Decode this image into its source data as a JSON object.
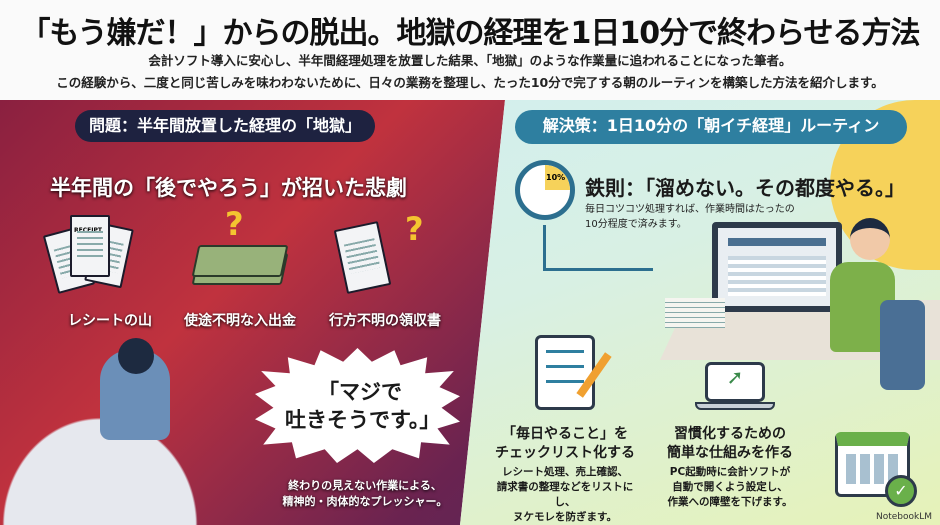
{
  "header": {
    "title": "「もう嫌だ！」からの脱出。地獄の経理を1日10分で終わらせる方法",
    "subtitle_line1": "会計ソフト導入に安心し、半年間経理処理を放置した結果、「地獄」のような作業量に追われることになった筆者。",
    "subtitle_line2": "この経験から、二度と同じ苦しみを味わわないために、日々の業務を整理し、たった10分で完了する朝のルーティンを構築した方法を紹介します。"
  },
  "problem": {
    "pill": "問題：半年間放置した経理の「地獄」",
    "heading": "半年間の「後でやろう」が招いた悲劇",
    "items": [
      {
        "label": "レシートの山",
        "icon": "receipt-pile-icon"
      },
      {
        "label": "使途不明な入出金",
        "icon": "money-question-icon"
      },
      {
        "label": "行方不明の領収書",
        "icon": "fading-receipt-icon"
      }
    ],
    "receipt_text": "RECEIPT",
    "question_mark": "?",
    "quote": "「マジで吐きそうです。」",
    "quote_line1": "「マジで",
    "quote_line2": "吐きそうです。」",
    "caption_line1": "終わりの見えない作業による、",
    "caption_line2": "精神的・肉体的なプレッシャー。"
  },
  "solution": {
    "pill": "解決策：1日10分の「朝イチ経理」ルーティン",
    "clock_label": "10%",
    "rule_heading": "鉄則：「溜めない。その都度やる。」",
    "rule_line1": "毎日コツコツ処理すれば、作業時間はたったの",
    "rule_line2": "10分程度で済みます。",
    "tips": [
      {
        "title_line1": "「毎日やること」を",
        "title_line2": "チェックリスト化する",
        "body_line1": "レシート処理、売上確認、",
        "body_line2": "請求書の整理などをリストにし、",
        "body_line3": "ヌケモレを防ぎます。"
      },
      {
        "title_line1": "習慣化するための",
        "title_line2": "簡単な仕組みを作る",
        "body_line1": "PC起動時に会計ソフトが",
        "body_line2": "自動で開くよう設定し、",
        "body_line3": "作業への障壁を下げます。"
      }
    ]
  },
  "branding": "NotebookLM",
  "colors": {
    "problem_pill": "#1e2240",
    "solution_pill": "#2e7fa0",
    "accent_yellow": "#f4c430"
  }
}
